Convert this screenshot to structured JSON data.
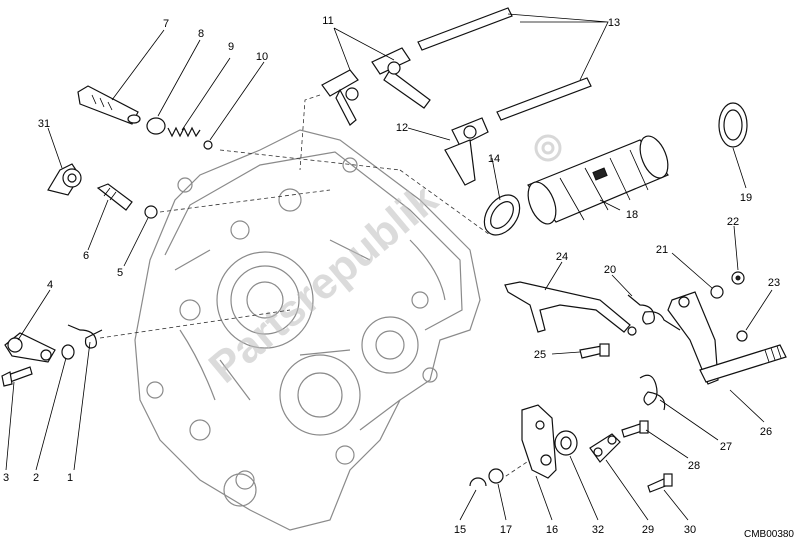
{
  "diagram_code": "CMB00380",
  "watermark": "Partsrepublik",
  "callouts": [
    {
      "n": "1"
    },
    {
      "n": "2"
    },
    {
      "n": "3"
    },
    {
      "n": "4"
    },
    {
      "n": "5"
    },
    {
      "n": "6"
    },
    {
      "n": "7"
    },
    {
      "n": "8"
    },
    {
      "n": "9"
    },
    {
      "n": "10"
    },
    {
      "n": "11"
    },
    {
      "n": "12"
    },
    {
      "n": "13"
    },
    {
      "n": "14"
    },
    {
      "n": "15"
    },
    {
      "n": "16"
    },
    {
      "n": "17"
    },
    {
      "n": "18"
    },
    {
      "n": "19"
    },
    {
      "n": "20"
    },
    {
      "n": "21"
    },
    {
      "n": "22"
    },
    {
      "n": "23"
    },
    {
      "n": "24"
    },
    {
      "n": "25"
    },
    {
      "n": "26"
    },
    {
      "n": "27"
    },
    {
      "n": "28"
    },
    {
      "n": "29"
    },
    {
      "n": "30"
    },
    {
      "n": "31"
    },
    {
      "n": "32"
    }
  ],
  "colors": {
    "line": "#111111",
    "crankcase": "#8a8a8a",
    "watermark": "#bfbfbf",
    "background": "#ffffff"
  }
}
